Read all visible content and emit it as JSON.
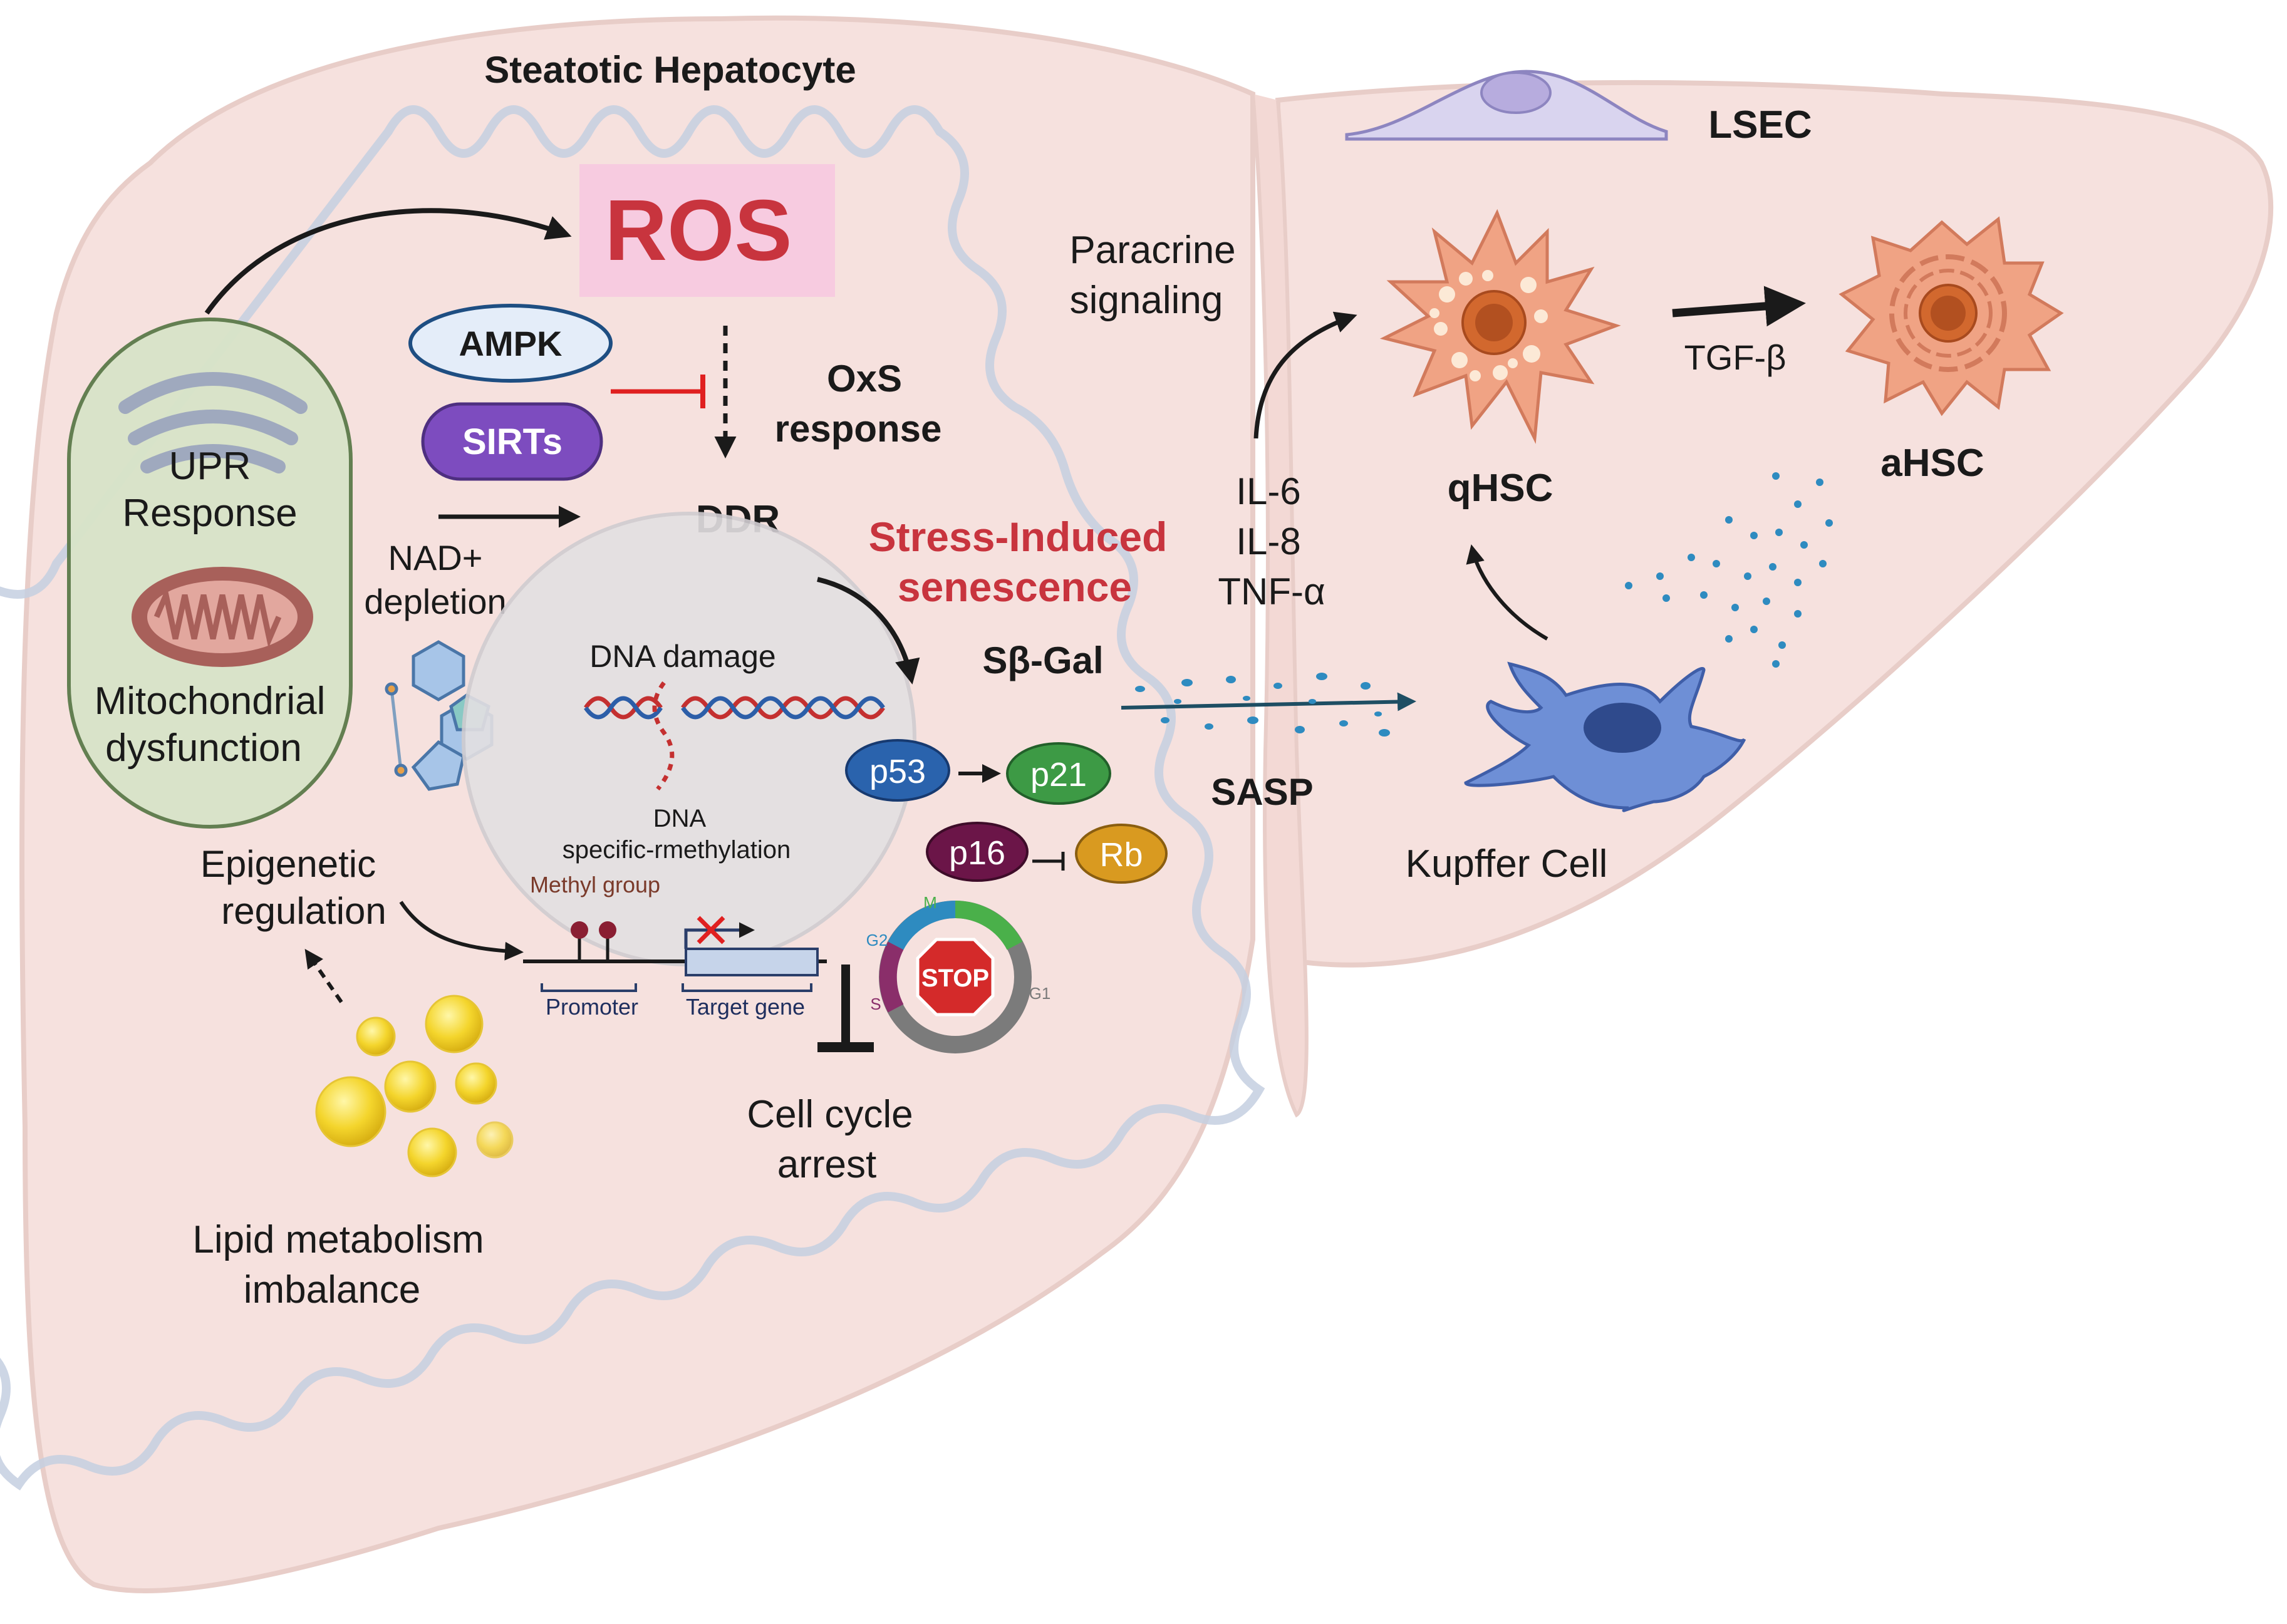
{
  "titles": {
    "hepatocyte": "Steatotic Hepatocyte",
    "lsec": "LSEC"
  },
  "stress": {
    "ros": "ROS",
    "ampk": "AMPK",
    "sirts": "SIRTs",
    "oxs_line1": "OxS",
    "oxs_line2": "response",
    "ddr": "DDR",
    "nad_line1": "NAD+",
    "nad_line2": "depletion",
    "upr_line1": "UPR",
    "upr_line2": "Response",
    "mito_line1": "Mitochondrial",
    "mito_line2": "dysfunction",
    "epi_line1": "Epigenetic",
    "epi_line2": "regulation",
    "lipid_line1": "Lipid metabolism",
    "lipid_line2": "imbalance"
  },
  "nucleus": {
    "dna_damage": "DNA damage",
    "dna_meth_line1": "DNA",
    "dna_meth_line2": "specific-rmethylation",
    "methyl_group": "Methyl group",
    "promoter": "Promoter",
    "target_gene": "Target gene"
  },
  "senescence": {
    "line1": "Stress-Induced",
    "line2": "senescence",
    "sbgal": "Sβ-Gal",
    "p53": "p53",
    "p21": "p21",
    "p16": "p16",
    "rb": "Rb",
    "stop": "STOP",
    "phase_m": "M",
    "phase_g1": "G1",
    "phase_g2": "G2",
    "phase_s": "S",
    "arrest_line1": "Cell cycle",
    "arrest_line2": "arrest"
  },
  "paracrine": {
    "line1": "Paracrine",
    "line2": "signaling",
    "il6": "IL-6",
    "il8": "IL-8",
    "tnf": "TNF-α",
    "sasp": "SASP",
    "qhsc": "qHSC",
    "ahsc": "aHSC",
    "tgf": "TGF-β",
    "kupffer": "Kupffer Cell"
  },
  "colors": {
    "liver": "#f6e1de",
    "ros_box": "#f7cbe0",
    "ros_text": "#c8343e",
    "senescence_text": "#c8343e",
    "p53": "#2a63ad",
    "p21": "#3d9a45",
    "p16": "#6b1548",
    "rb": "#d99a20",
    "hsc": "#f0a384",
    "kupffer": "#6e8fd6"
  }
}
